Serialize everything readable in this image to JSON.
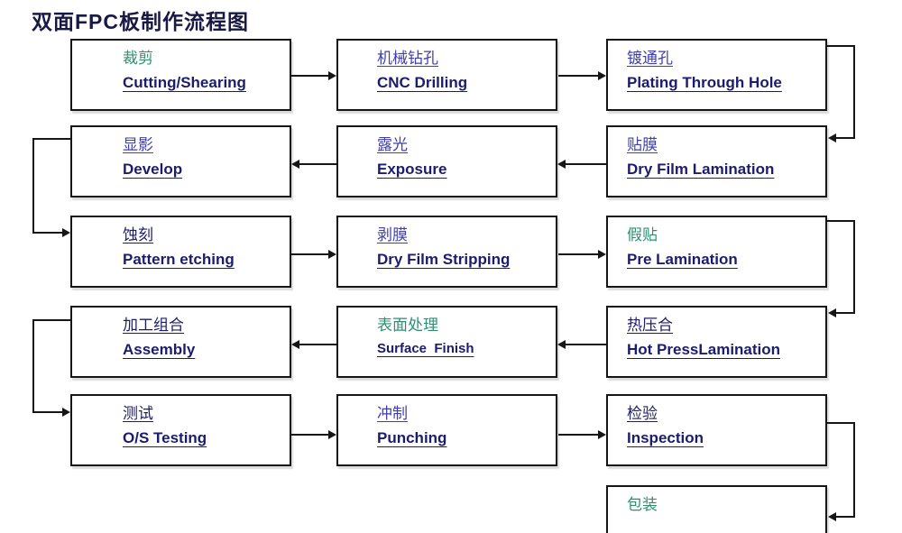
{
  "title": "双面FPC板制作流程图",
  "colors": {
    "line": "#161616",
    "en_text": "#1c1c6e",
    "navy": "#1d1d66",
    "blue": "#3f3fae",
    "teal": "#2f8f72",
    "title": "#191945"
  },
  "nodes": [
    {
      "zh": "裁剪",
      "en": "Cutting/Shearing",
      "zh_color": "teal"
    },
    {
      "zh": "机械钻孔",
      "en": "CNC Drilling",
      "zh_color": "blue"
    },
    {
      "zh": "镀通孔",
      "en": "Plating Through Hole",
      "zh_color": "blue"
    },
    {
      "zh": "显影",
      "en": "Develop",
      "zh_color": "blue"
    },
    {
      "zh": "露光",
      "en": "Exposure",
      "zh_color": "blue"
    },
    {
      "zh": "贴膜",
      "en": "Dry Film Lamination",
      "zh_color": "blue"
    },
    {
      "zh": "蚀刻",
      "en": "Pattern etching",
      "zh_color": "navy"
    },
    {
      "zh": "剥膜",
      "en": "Dry Film Stripping",
      "zh_color": "blue"
    },
    {
      "zh": "假贴",
      "en": "Pre Lamination",
      "zh_color": "teal"
    },
    {
      "zh": "加工组合",
      "en": "Assembly",
      "zh_color": "navy"
    },
    {
      "zh": "表面处理",
      "en": "Surface  Finish",
      "zh_color": "teal"
    },
    {
      "zh": "热压合",
      "en": "Hot PressLamination",
      "zh_color": "navy"
    },
    {
      "zh": "测试",
      "en": "O/S Testing",
      "zh_color": "navy"
    },
    {
      "zh": "冲制",
      "en": "Punching",
      "zh_color": "blue"
    },
    {
      "zh": "检验",
      "en": "Inspection",
      "zh_color": "navy"
    },
    {
      "zh": "包装",
      "en": "",
      "zh_color": "teal"
    }
  ]
}
